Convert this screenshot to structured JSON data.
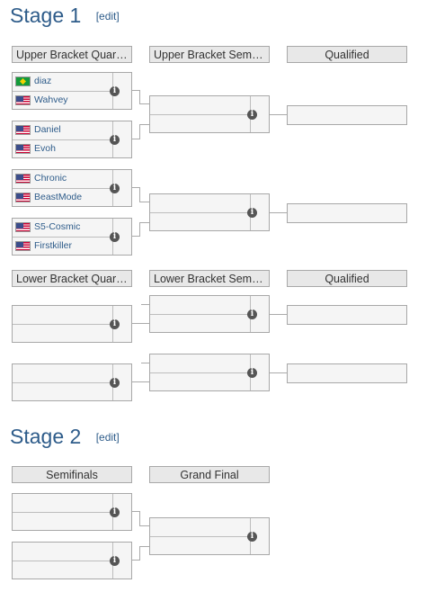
{
  "stage1": {
    "title": "Stage 1",
    "edit": "edit",
    "headers": {
      "ubq": "Upper Bracket Quart...",
      "ubs": "Upper Bracket Semifi...",
      "q1": "Qualified",
      "lbq": "Lower Bracket Quart...",
      "lbs": "Lower Bracket Semifi...",
      "q2": "Qualified"
    },
    "matches": [
      {
        "p1": {
          "name": "diaz",
          "flag": "br"
        },
        "p2": {
          "name": "Wahvey",
          "flag": "us"
        }
      },
      {
        "p1": {
          "name": "Daniel",
          "flag": "us"
        },
        "p2": {
          "name": "Evoh",
          "flag": "us"
        }
      },
      {
        "p1": {
          "name": "Chronic",
          "flag": "us"
        },
        "p2": {
          "name": "BeastMode",
          "flag": "us"
        }
      },
      {
        "p1": {
          "name": "S5-Cosmic",
          "flag": "us"
        },
        "p2": {
          "name": "Firstkiller",
          "flag": "us"
        }
      }
    ]
  },
  "stage2": {
    "title": "Stage 2",
    "edit": "edit",
    "headers": {
      "semi": "Semifinals",
      "final": "Grand Final"
    }
  },
  "info_glyph": "i",
  "colors": {
    "title": "#2e5c8a",
    "link": "#2e5c8a",
    "header_bg": "#e8e8e8"
  }
}
